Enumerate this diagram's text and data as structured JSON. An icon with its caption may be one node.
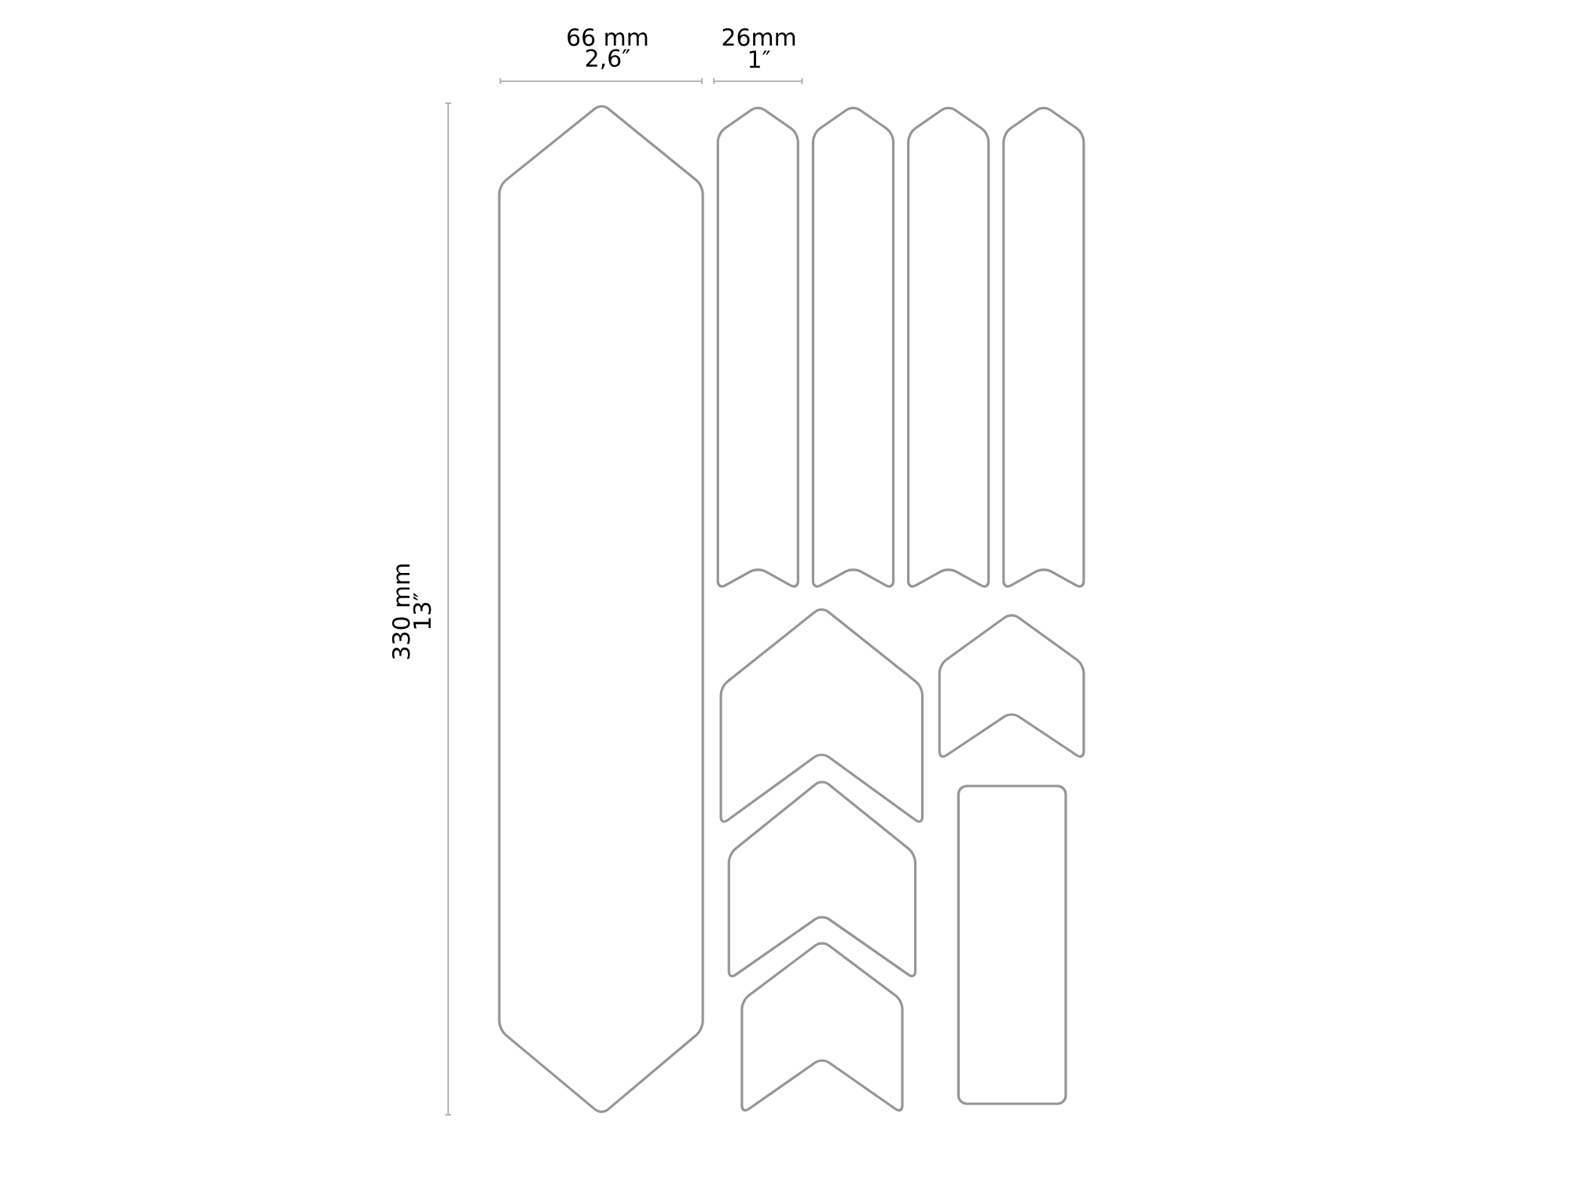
{
  "diagram": {
    "labels": [
      "66 mm",
      "2,6″",
      "26mm",
      "1″",
      "330 mm",
      "13″"
    ]
  }
}
